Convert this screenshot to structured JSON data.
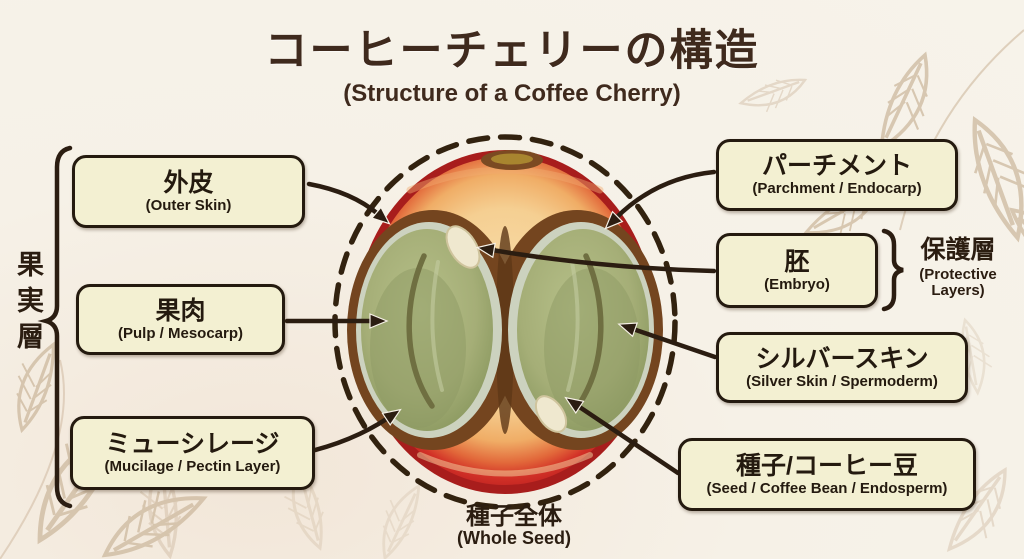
{
  "title": "コーヒーチェリーの構造",
  "subtitle": "(Structure of a Coffee Cherry)",
  "left_group": {
    "caption": "果実層",
    "labels": [
      {
        "jp": "外皮",
        "en": "(Outer Skin)"
      },
      {
        "jp": "果肉",
        "en": "(Pulp / Mesocarp)"
      },
      {
        "jp": "ミューシレージ",
        "en": "(Mucilage / Pectin Layer)"
      }
    ]
  },
  "right_labels": [
    {
      "jp": "パーチメント",
      "en": "(Parchment / Endocarp)"
    },
    {
      "jp": "胚",
      "en": "(Embryo)"
    },
    {
      "jp": "シルバースキン",
      "en": "(Silver Skin / Spermoderm)"
    },
    {
      "jp": "種子/コーヒー豆",
      "en": "(Seed / Coffee Bean / Endosperm)"
    }
  ],
  "right_group_caption": {
    "jp": "保護層",
    "en": "(Protective Layers)"
  },
  "bottom_caption": {
    "jp": "種子全体",
    "en": "(Whole Seed)"
  },
  "colors": {
    "background": "#f6f1e7",
    "ink": "#2b1d11",
    "label_box_bg": "#f3f0d2",
    "cherry_skin_red": "#b92121",
    "cherry_bright_red": "#d03026",
    "pulp_gold": "#f5d49c",
    "parchment_brown": "#74451f",
    "silver_skin": "#ccd2bf",
    "bean_green": "#a5ae77",
    "embryo_cream": "#efe8cf",
    "leaf_decor": "#cdb89e"
  }
}
